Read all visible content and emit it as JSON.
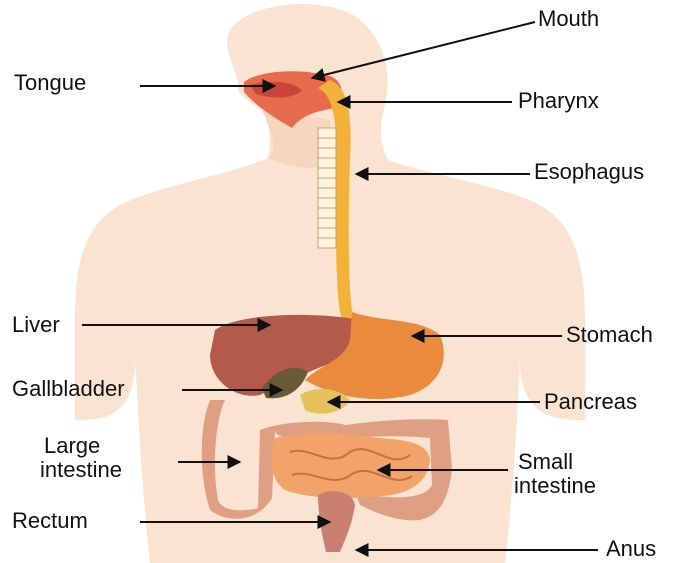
{
  "title": "",
  "colors": {
    "skin": "#fbe3d1",
    "skin_shadow": "#f3cdb2",
    "esophagus": "#f2b23a",
    "stomach": "#e98a3c",
    "liver": "#b35a4a",
    "gallbladder": "#6b5a3a",
    "pancreas": "#e6c35a",
    "large_intestine": "#df9f83",
    "small_intestine": "#f1a36a",
    "rectum": "#c98070",
    "leader_line": "#111111"
  },
  "labels": {
    "mouth": "Mouth",
    "tongue": "Tongue",
    "pharynx": "Pharynx",
    "esophagus": "Esophagus",
    "liver": "Liver",
    "stomach": "Stomach",
    "gallbladder": "Gallbladder",
    "pancreas": "Pancreas",
    "large_intestine_1": "Large",
    "large_intestine_2": "intestine",
    "small_intestine_1": "Small",
    "small_intestine_2": "intestine",
    "rectum": "Rectum",
    "anus": "Anus"
  }
}
